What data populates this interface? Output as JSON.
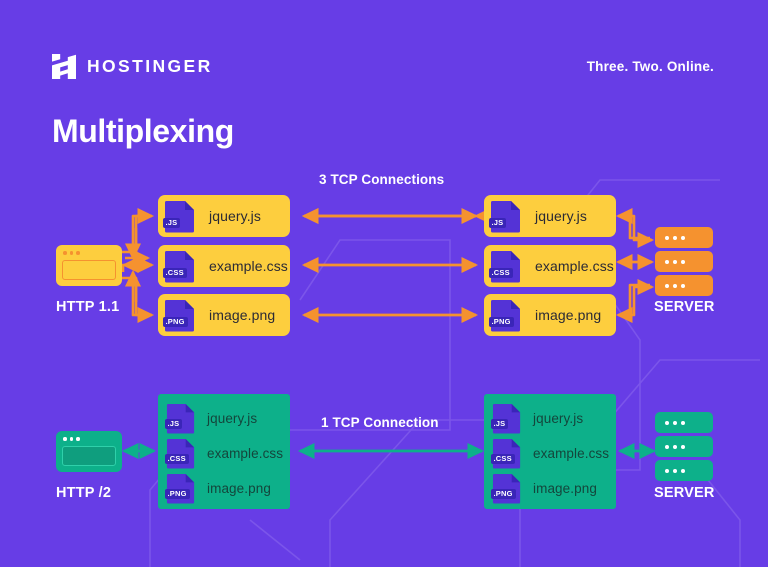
{
  "page": {
    "background_color": "#673de6",
    "title": "Multiplexing"
  },
  "header": {
    "logo_icon": "hostinger-h-logo-icon",
    "brand_name": "HOSTINGER",
    "tagline": "Three. Two. Online."
  },
  "colors": {
    "background_purple": "#673de6",
    "accent_yellow": "#fdce3e",
    "accent_orange": "#f5922f",
    "accent_green": "#0db08a",
    "icon_purple": "#5433d6",
    "icon_badge_purple": "#3a25b8",
    "text_white": "#ffffff",
    "text_dark": "#2b2a35",
    "text_dark_green": "#14463c"
  },
  "diagram": {
    "http11": {
      "protocol_label": "HTTP 1.1",
      "connection_label": "3 TCP Connections",
      "server_label": "SERVER",
      "browser_icon": "browser-window-icon",
      "server_icon": "server-stack-icon",
      "server_bars": 3,
      "files": [
        {
          "ext": ".JS",
          "name": "jquery.js",
          "icon": "js-file-icon"
        },
        {
          "ext": ".CSS",
          "name": "example.css",
          "icon": "css-file-icon"
        },
        {
          "ext": ".PNG",
          "name": "image.png",
          "icon": "png-file-icon"
        }
      ]
    },
    "http2": {
      "protocol_label": "HTTP /2",
      "connection_label": "1 TCP Connection",
      "server_label": "SERVER",
      "browser_icon": "browser-window-icon",
      "server_icon": "server-stack-icon",
      "server_bars": 3,
      "files": [
        {
          "ext": ".JS",
          "name": "jquery.js",
          "icon": "js-file-icon"
        },
        {
          "ext": ".CSS",
          "name": "example.css",
          "icon": "css-file-icon"
        },
        {
          "ext": ".PNG",
          "name": "image.png",
          "icon": "png-file-icon"
        }
      ]
    }
  }
}
